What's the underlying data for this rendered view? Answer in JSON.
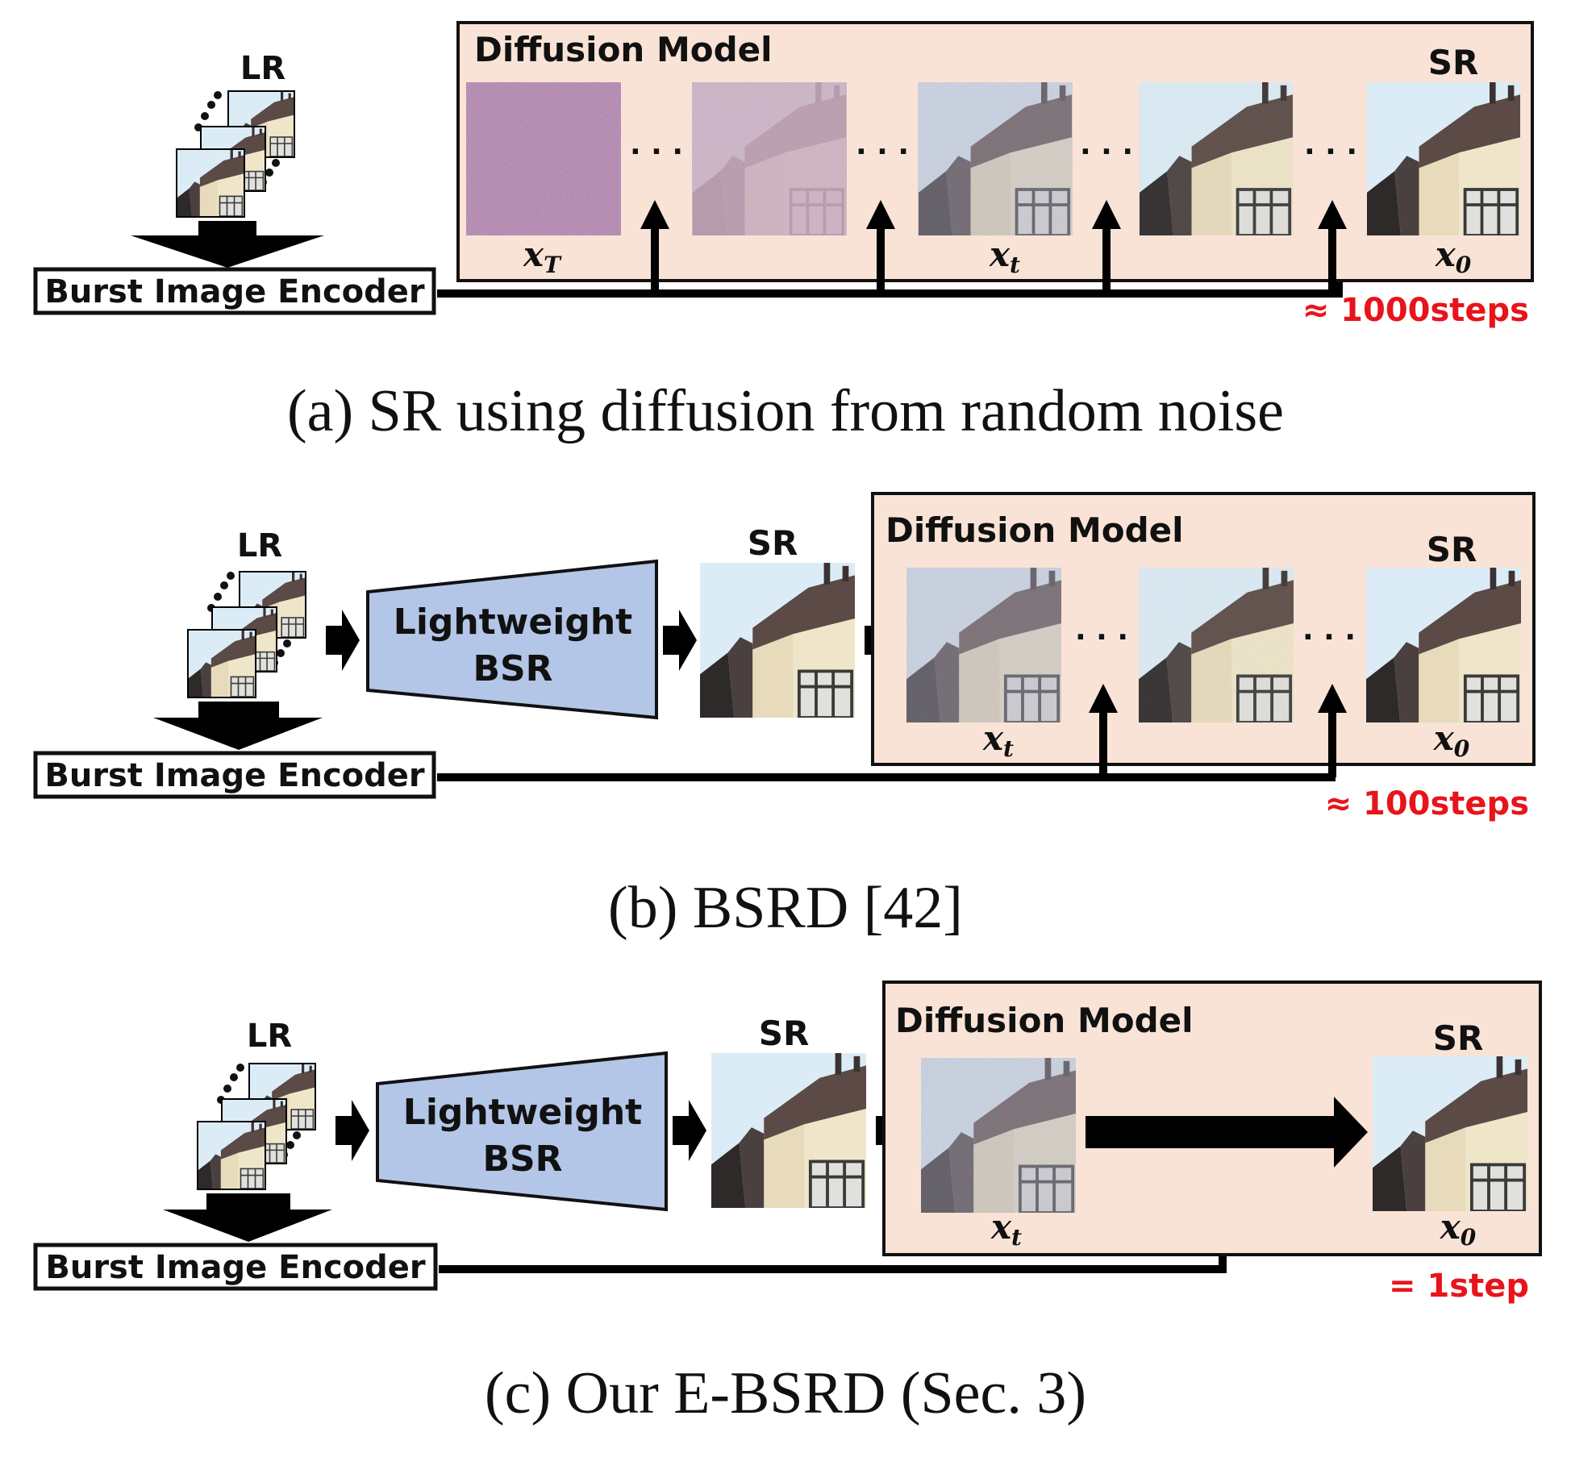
{
  "panels": [
    {
      "id": "a",
      "lr_label": "LR",
      "encoder_label": "Burst Image Encoder",
      "diffusion_label": "Diffusion Model",
      "sr_label": "SR",
      "x_start_base": "x",
      "x_start_sub": "T",
      "x_mid_base": "x",
      "x_mid_sub": "t",
      "x_end_base": "x",
      "x_end_sub": "0",
      "ellipsis": "· · ·",
      "steps": "≈ 1000steps",
      "caption": "(a) SR using diffusion from random noise"
    },
    {
      "id": "b",
      "lr_label": "LR",
      "encoder_label": "Burst Image Encoder",
      "bsr_line1": "Lightweight",
      "bsr_line2": "BSR",
      "sr_mid_label": "SR",
      "diffusion_label": "Diffusion Model",
      "sr_label": "SR",
      "x_mid_base": "x",
      "x_mid_sub": "t",
      "x_end_base": "x",
      "x_end_sub": "0",
      "ellipsis": "· · ·",
      "steps": "≈ 100steps",
      "caption": "(b) BSRD [42]"
    },
    {
      "id": "c",
      "lr_label": "LR",
      "encoder_label": "Burst Image Encoder",
      "bsr_line1": "Lightweight",
      "bsr_line2": "BSR",
      "sr_mid_label": "SR",
      "diffusion_label": "Diffusion Model",
      "sr_label": "SR",
      "x_mid_base": "x",
      "x_mid_sub": "t",
      "x_end_base": "x",
      "x_end_sub": "0",
      "steps": "= 1step",
      "caption": "(c) Our E-BSRD (Sec. 3)"
    }
  ],
  "colors": {
    "diffusion_box": "#f9e3d6",
    "bsr_box": "#b4c6e7",
    "steps_text": "#e8141b",
    "sky": "#dcecf6",
    "wall": "#ebe0c2",
    "roof": "#3e3532",
    "noise": "#b77fb4"
  }
}
